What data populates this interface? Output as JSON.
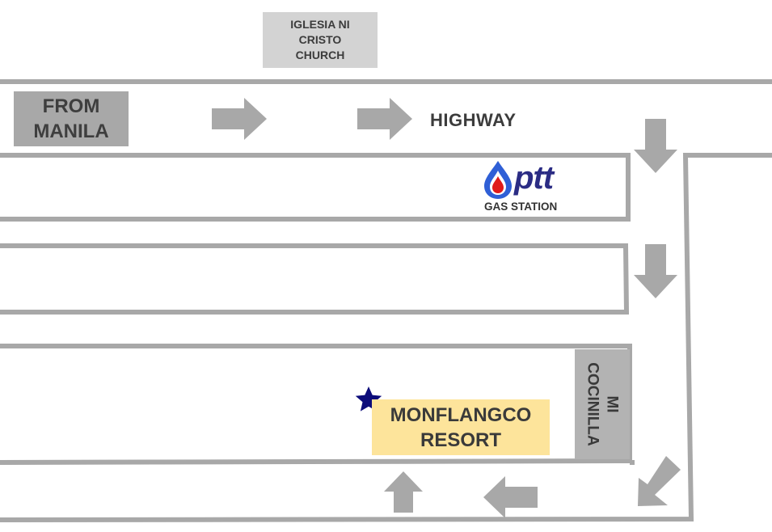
{
  "map": {
    "road_color": "#a8a8a8",
    "arrow_color": "#a8a8a8",
    "star_color": "#0c0c7a"
  },
  "landmarks": {
    "church": {
      "line1": "IGLESIA NI",
      "line2": "CRISTO",
      "line3": "CHURCH"
    },
    "origin": {
      "line1": "FROM",
      "line2": "MANILA"
    },
    "highway": "HIGHWAY",
    "gas_station": {
      "brand": "ptt",
      "caption": "GAS STATION",
      "brand_color": "#2b2c84",
      "drop_colors": [
        "#2f5fd6",
        "#e01a1a"
      ]
    },
    "restaurant": {
      "line1": "MI",
      "line2": "COCINILLA"
    },
    "destination": {
      "line1": "MONFLANGCO",
      "line2": "RESORT",
      "highlight_color": "#fde49b"
    }
  },
  "route_arrows": [
    {
      "direction": "right"
    },
    {
      "direction": "right"
    },
    {
      "direction": "down"
    },
    {
      "direction": "down"
    },
    {
      "direction": "down-left"
    },
    {
      "direction": "left"
    },
    {
      "direction": "up"
    }
  ]
}
